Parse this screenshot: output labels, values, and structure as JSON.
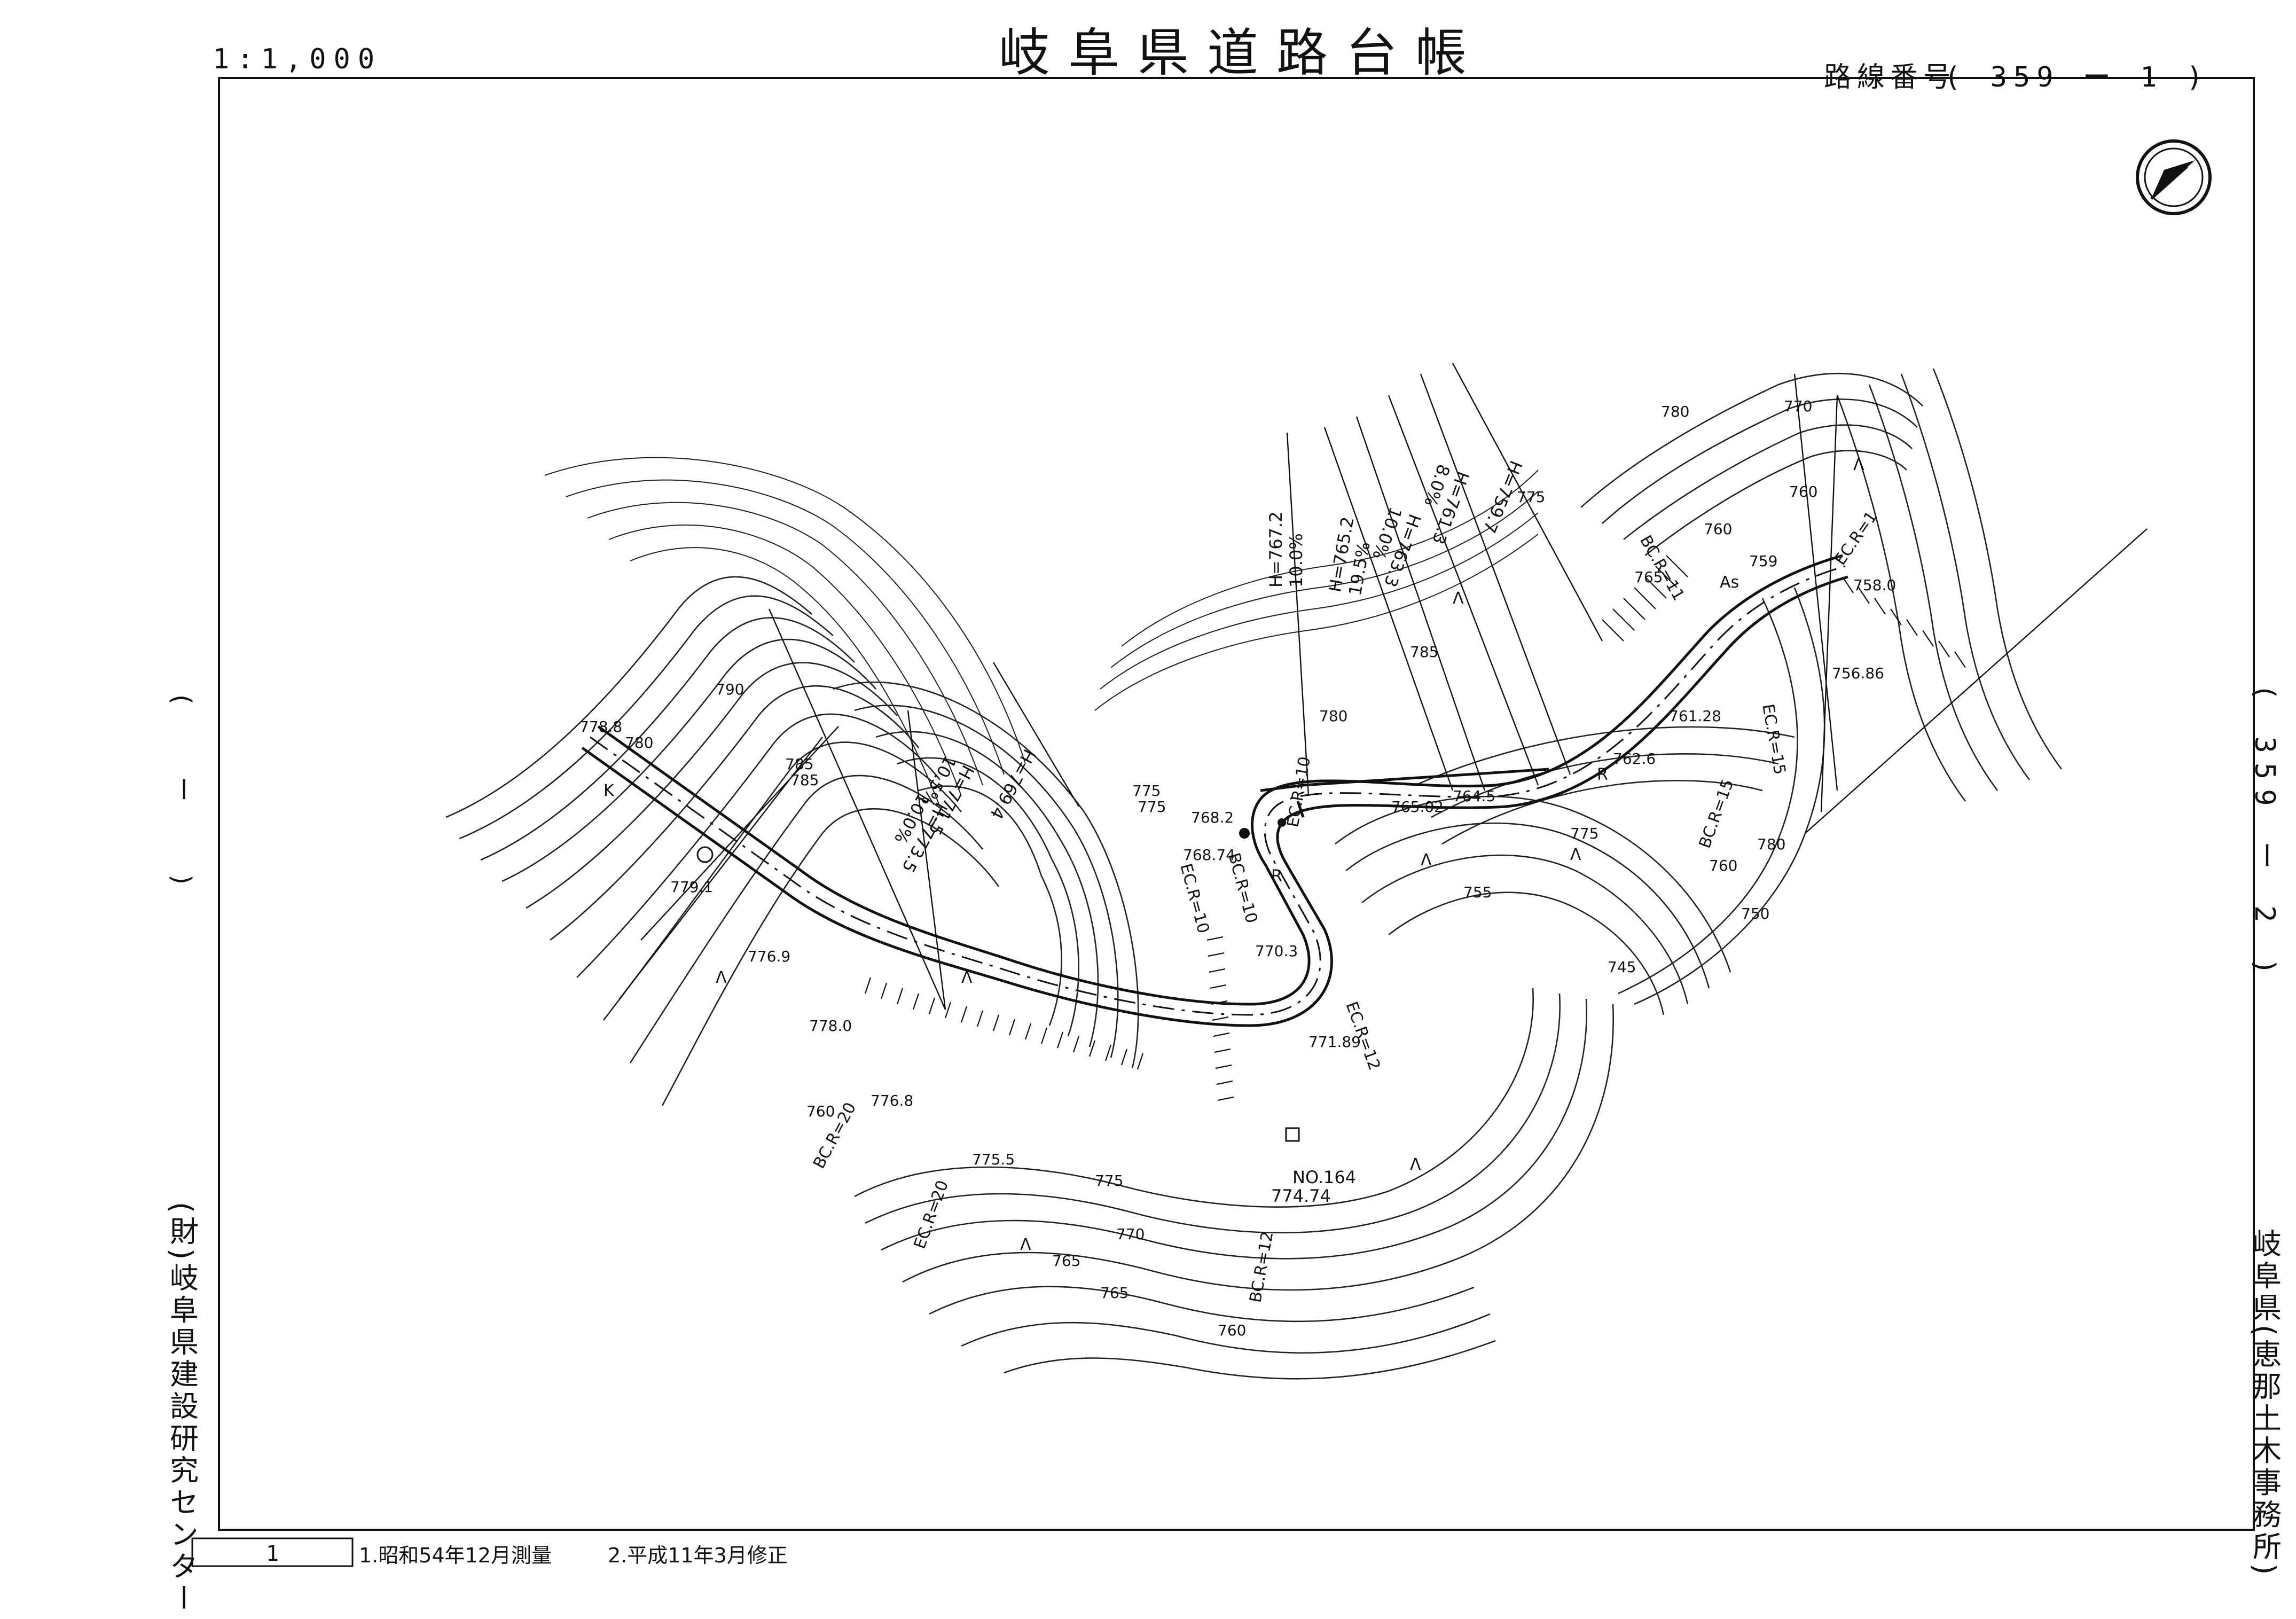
{
  "header": {
    "scale": "1:1,000",
    "title": "岐阜県道路台帳",
    "route_label": "路線番号",
    "route_number": "( 359 ー 1 )"
  },
  "side_left": {
    "bracket_index": "( ー )",
    "publisher": "(財)岐阜県建設研究センター"
  },
  "side_right": {
    "adjacent_sheet": "( 359 ー 2 )",
    "office": "岐阜県(恵那土木事務所)"
  },
  "footer": {
    "sheet_number": "1",
    "note_1": "1.昭和54年12月測量",
    "note_2": "2.平成11年3月修正"
  },
  "north_arrow": {
    "icon": "north-arrow-icon"
  },
  "map": {
    "contour_labels": [
      "790",
      "785",
      "780",
      "780",
      "775",
      "775",
      "770",
      "765",
      "760",
      "760",
      "760",
      "755",
      "750",
      "745",
      "775",
      "780",
      "770",
      "765",
      "785",
      "760",
      "775",
      "780",
      "760",
      "765",
      "775",
      "785"
    ],
    "spot_heights": [
      "778.8",
      "779.1",
      "776.9",
      "778.0",
      "776.8",
      "775.5",
      "774.74",
      "771.89",
      "770.3",
      "768.74",
      "768.2",
      "765.02",
      "764.5",
      "762.6",
      "761.28",
      "756.86",
      "758.0",
      "759"
    ],
    "curve_labels": [
      "BC.R=20",
      "EC.R=20",
      "BC.R=12",
      "EC.R=12",
      "BC.R=10",
      "EC.R=10",
      "EC.R=10",
      "BC.R=15",
      "EC.R=15",
      "EC.R=1",
      "BC.R=11"
    ],
    "station_label": "NO.164",
    "grade_callouts": [
      {
        "h": "H=773.5",
        "g": "10.0%"
      },
      {
        "h": "H=771.5",
        "g": "10.5%"
      },
      {
        "h": "H=769.4",
        "g": ""
      },
      {
        "h": "H=767.2",
        "g": "10.0%"
      },
      {
        "h": "H=765.2",
        "g": "19.5%"
      },
      {
        "h": "H=763.3",
        "g": "10.0%"
      },
      {
        "h": "H=761.3",
        "g": "8.0%"
      },
      {
        "h": "H=759.7",
        "g": ""
      }
    ],
    "symbols": [
      "K",
      "R",
      "R",
      "As",
      "Λ",
      "Λ",
      "Λ",
      "Λ",
      "Λ",
      "Λ",
      "Λ",
      "Λ"
    ]
  }
}
